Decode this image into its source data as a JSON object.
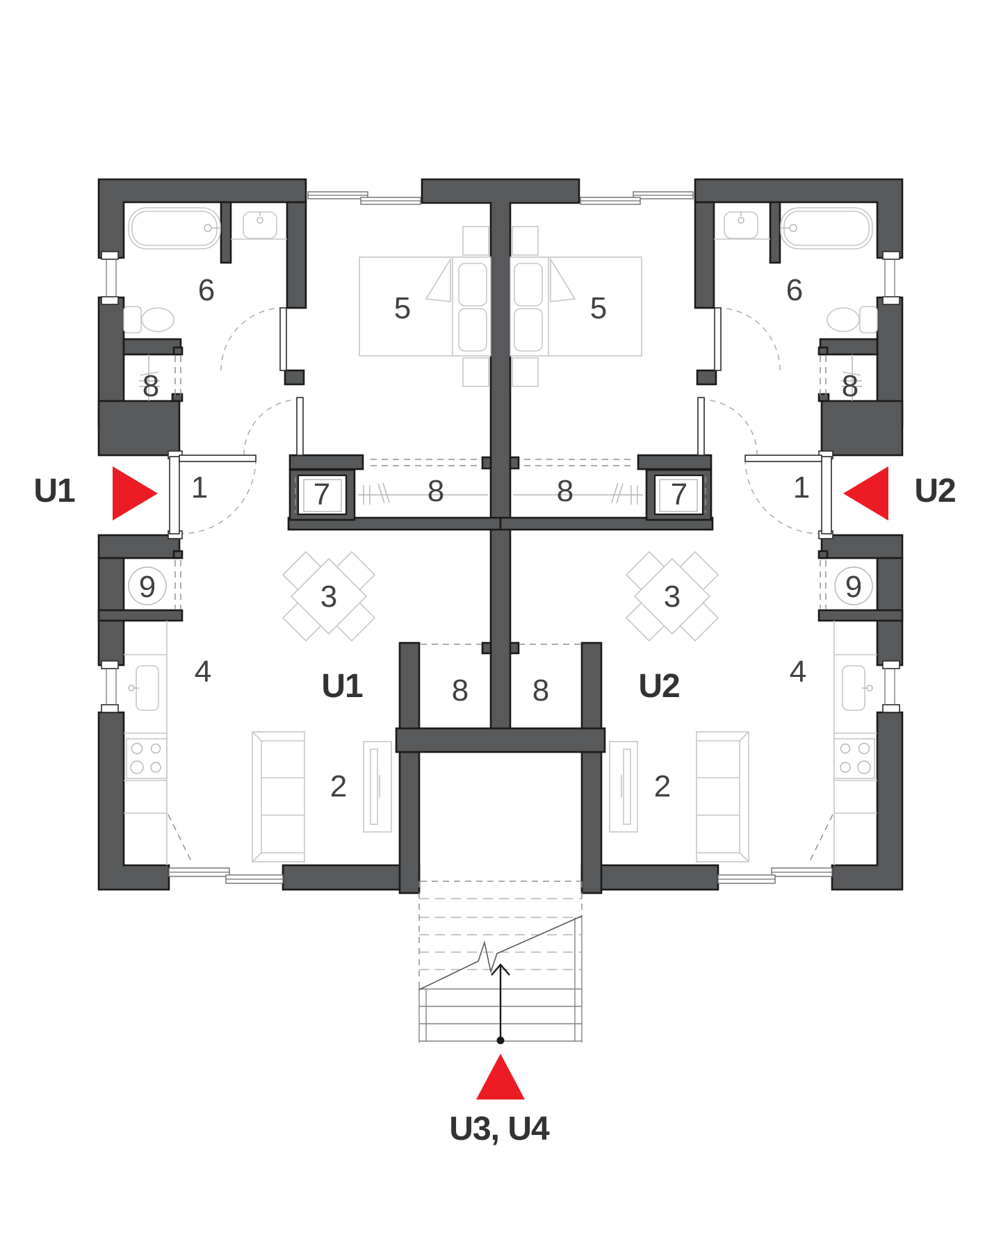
{
  "plan": {
    "type": "architectural-floor-plan",
    "units": {
      "unit1": "U1",
      "unit2": "U2",
      "stair_units": "U3, U4"
    },
    "room_numbers": {
      "entry": "1",
      "living": "2",
      "dining": "3",
      "kitchen": "4",
      "bedroom": "5",
      "bathroom": "6",
      "utility": "7",
      "closet": "8",
      "laundry": "9"
    },
    "colors": {
      "wall": "#58595b",
      "outline": "#1a1a1a",
      "furniture": "#c6c7c9",
      "dashed": "#8f9194",
      "accent_red": "#ed1c24",
      "label_text": "#414042",
      "background": "#ffffff"
    }
  }
}
